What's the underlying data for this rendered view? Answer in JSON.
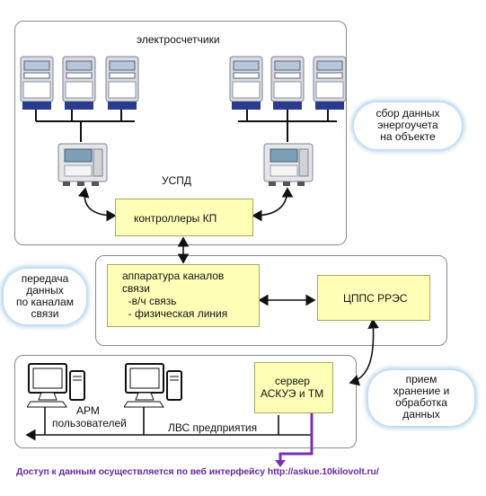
{
  "top_panel": {
    "title": "электросчетчики",
    "uspd_label": "УСПД",
    "controllers_label": "контроллеры КП"
  },
  "middle_panel": {
    "equipment_lines": [
      "аппаратура каналов",
      "связи",
      "  -в/ч связь",
      "  - физическая линия"
    ],
    "cpps_label": "ЦППС РРЭС"
  },
  "bottom_panel": {
    "server_lines": [
      "сервер",
      "АСКУЭ и ТМ"
    ],
    "arm_lines": [
      "АРМ",
      "пользователей"
    ],
    "lan_label": "ЛВС предприятия"
  },
  "side_tags": {
    "collection": [
      "сбор данных",
      "энергоучета",
      "на объекте"
    ],
    "transmission": [
      "передача",
      "данных",
      "по каналам",
      "связи"
    ],
    "processing": [
      "прием",
      "хранение и",
      "обработка",
      "данных"
    ]
  },
  "footer": {
    "access_text": "Доступ к данным осуществляется по веб интерфейсу http://askue.10kilovolt.ru/"
  },
  "colors": {
    "box_fill": "#ffffb8",
    "tag_glow": "#b8d6ec",
    "web_link": "#6b2aa0"
  },
  "icons": {
    "meter": "electricity-meter-icon",
    "controller": "uspd-controller-icon",
    "workstation": "computer-workstation-icon"
  }
}
